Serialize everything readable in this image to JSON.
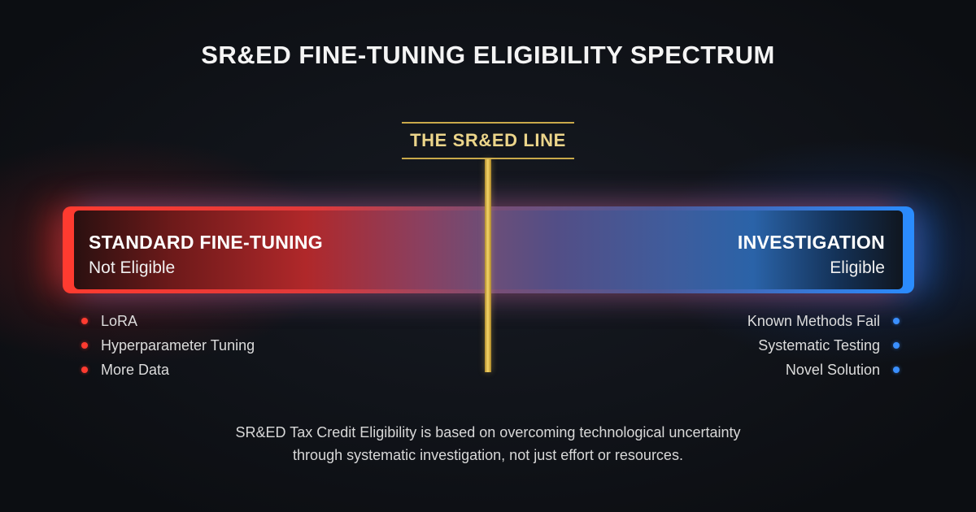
{
  "title": "SR&ED FINE-TUNING ELIGIBILITY SPECTRUM",
  "divider": {
    "label": "THE SR&ED LINE",
    "color": "#e8c453"
  },
  "spectrum": {
    "left": {
      "heading": "STANDARD FINE-TUNING",
      "status": "Not Eligible",
      "color": "#ff3b30",
      "bullets": [
        "LoRA",
        "Hyperparameter Tuning",
        "More Data"
      ]
    },
    "right": {
      "heading": "INVESTIGATION",
      "status": "Eligible",
      "color": "#2a8cff",
      "bullets": [
        "Known Methods Fail",
        "Systematic Testing",
        "Novel Solution"
      ]
    }
  },
  "footnote": {
    "line1": "SR&ED Tax Credit Eligibility is based on overcoming technological uncertainty",
    "line2": "through systematic investigation, not just effort or resources."
  }
}
